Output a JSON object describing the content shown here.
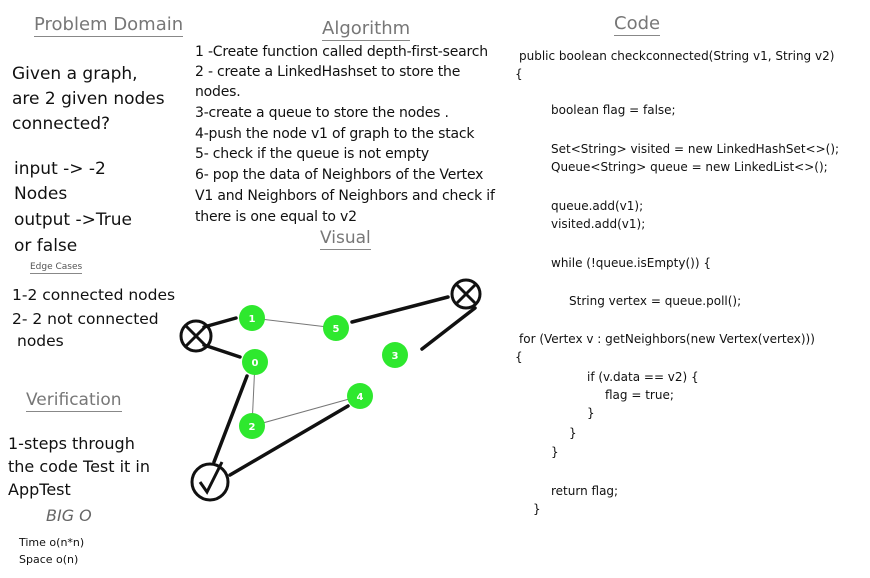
{
  "headings": {
    "problem_domain": "Problem Domain",
    "algorithm": "Algorithm",
    "code": "Code",
    "visual": "Visual",
    "edge_cases": "Edge Cases",
    "verification": "Verification",
    "big_o": "BIG O"
  },
  "problem": {
    "line1": "Given a graph,",
    "line2": "are 2 given nodes",
    "line3": "connected?",
    "input1": "input -> -2",
    "input2": "Nodes",
    "output1": "output ->True",
    "output2": "or false"
  },
  "edge_cases": {
    "line1": "1-2 connected nodes",
    "line2": "2- 2 not connected",
    "line3": "nodes"
  },
  "verification": {
    "line1": "1-steps through",
    "line2": "the code Test it in",
    "line3": "AppTest"
  },
  "big_o": {
    "time": "Time o(n*n)",
    "space": "Space o(n)"
  },
  "algorithm": {
    "steps": [
      "1 -Create function called depth-first-search",
      "2 - create a LinkedHashset to store the",
      "nodes.",
      "3-create a queue to store the nodes .",
      "4-push the node v1 of graph to the stack",
      "5- check if the queue is not empty",
      "6- pop the data of Neighbors of the Vertex",
      "V1 and Neighbors of Neighbors and check if",
      "there is one equal to v2"
    ]
  },
  "code": {
    "lines": [
      "public boolean checkconnected(String v1, String v2)",
      "{",
      "boolean flag = false;",
      "Set<String> visited = new LinkedHashSet<>();",
      "Queue<String> queue = new LinkedList<>();",
      "queue.add(v1);",
      "visited.add(v1);",
      "while (!queue.isEmpty()) {",
      "String vertex = queue.poll();",
      "for (Vertex v : getNeighbors(new Vertex(vertex)))",
      "{",
      "if (v.data == v2) {",
      "flag = true;",
      "}",
      "}",
      "}",
      "return flag;",
      "}"
    ]
  },
  "visual": {
    "node_color": "#2ee82e",
    "nodes": [
      "1",
      "5",
      "0",
      "3",
      "4",
      "2"
    ],
    "marker_cross": "✕",
    "marker_check": "✓"
  }
}
